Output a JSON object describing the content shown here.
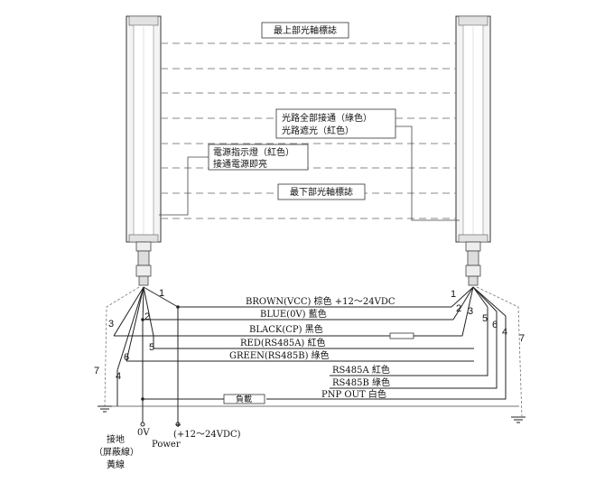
{
  "annotations": {
    "top_beam": "最上部光軸標誌",
    "bottom_beam": "最下部光軸標誌",
    "all_clear_line1": "光路全部接通（綠色）",
    "all_clear_line2": "光路遮光（紅色）",
    "power_line1": "電源指示燈（紅色）",
    "power_line2": "接通電源即亮"
  },
  "wires": {
    "brown": "BROWN(VCC) 棕色 +12～24VDC",
    "blue": "BLUE(0V) 藍色",
    "black": "BLACK(CP) 黑色",
    "red": "RED(RS485A) 紅色",
    "green": "GREEN(RS485B) 綠色",
    "rs485a": "RS485A 紅色",
    "rs485b": "RS485B 綠色",
    "pnp": "PNP OUT 白色"
  },
  "load_label": "負載",
  "left_numbers": [
    "1",
    "2",
    "3",
    "4",
    "5",
    "6",
    "7"
  ],
  "right_numbers": [
    "1",
    "2",
    "3",
    "4",
    "5",
    "6",
    "7"
  ],
  "bottom_labels": {
    "ground1": "接地",
    "ground2": "（屏蔽線）",
    "ground3": "黃線",
    "zero_v": "0V",
    "power": "Power",
    "supply": "(+12～24VDC)"
  }
}
